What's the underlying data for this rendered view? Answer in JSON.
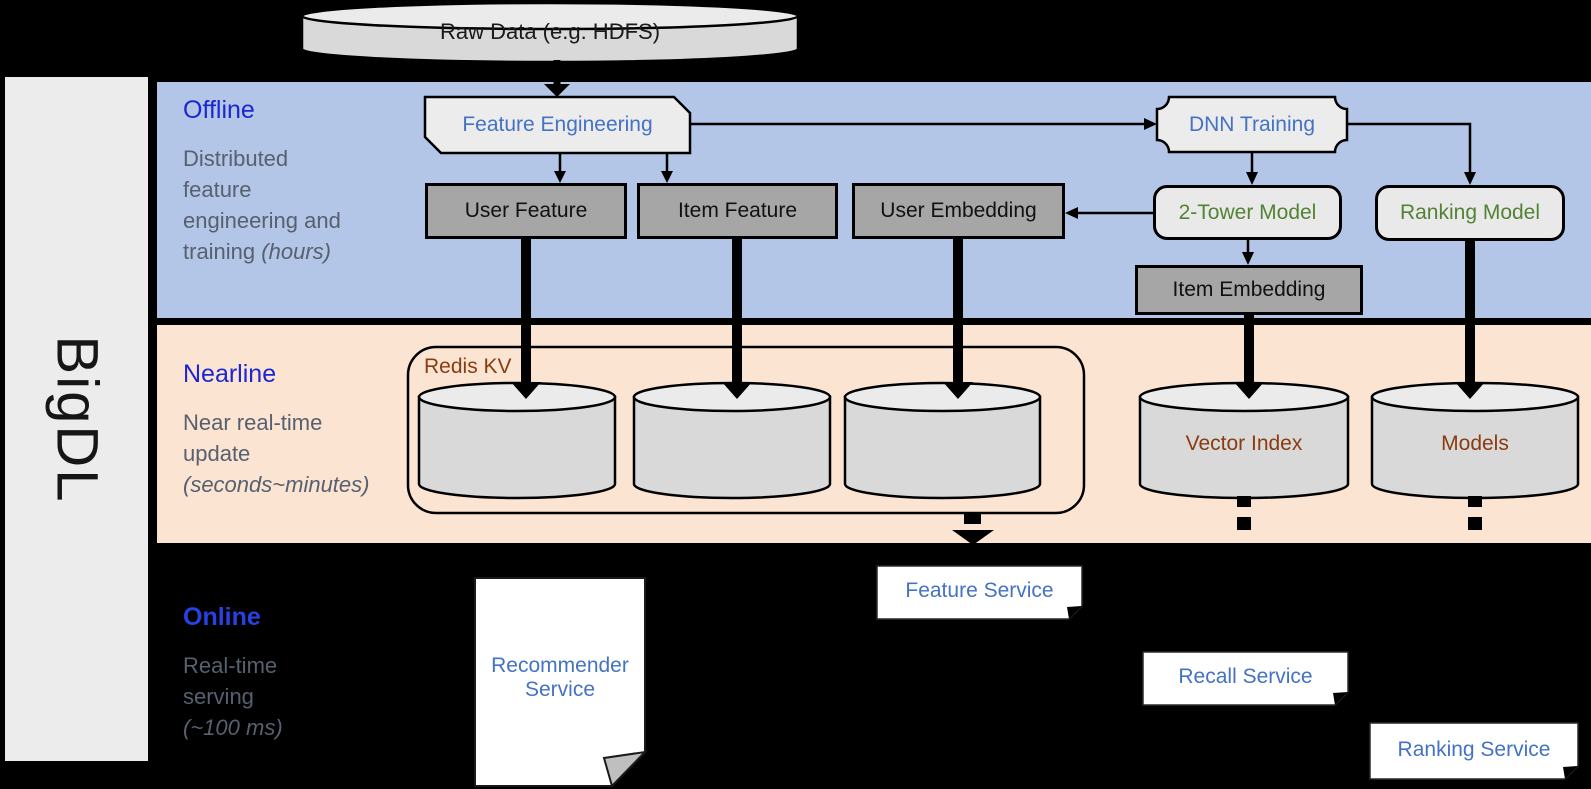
{
  "brand": "BigDL",
  "raw_data_label": "Raw Data (e.g. HDFS)",
  "sections": {
    "offline": {
      "title": "Offline",
      "subtitle": "Distributed\nfeature\nengineering and\ntraining ",
      "note": "(hours)"
    },
    "nearline": {
      "title": "Nearline",
      "subtitle": "Near real-time\nupdate\n",
      "note": "(seconds~minutes)"
    },
    "online": {
      "title": "Online",
      "subtitle": "Real-time\nserving\n",
      "note": "(~100 ms)"
    }
  },
  "nodes": {
    "feature_engineering": "Feature Engineering",
    "dnn_training": "DNN Training",
    "user_feature": "User Feature",
    "item_feature": "Item Feature",
    "user_embedding": "User Embedding",
    "two_tower_model": "2-Tower Model",
    "ranking_model": "Ranking Model",
    "item_embedding": "Item Embedding",
    "redis_kv": "Redis KV",
    "vector_index": "Vector Index",
    "models": "Models"
  },
  "services": {
    "recommender": "Recommender Service",
    "feature": "Feature Service",
    "recall": "Recall Service",
    "ranking": "Ranking Service"
  },
  "colors": {
    "background": "#000000",
    "offline_band": "#b3c6e7",
    "nearline_band": "#fce4d3",
    "sidebar_gray": "#ececec",
    "heading_blue": "#1d27cf",
    "online_heading_blue": "#2742e2",
    "subtitle_gray": "#57606f",
    "node_text_blue": "#4472c4",
    "model_text_green": "#548235",
    "store_text_brown": "#8a3c10",
    "gray_box_fill": "#a6a6a6",
    "light_box_fill": "#e9e9e9",
    "cylinder_fill": "#d9d9d9"
  }
}
